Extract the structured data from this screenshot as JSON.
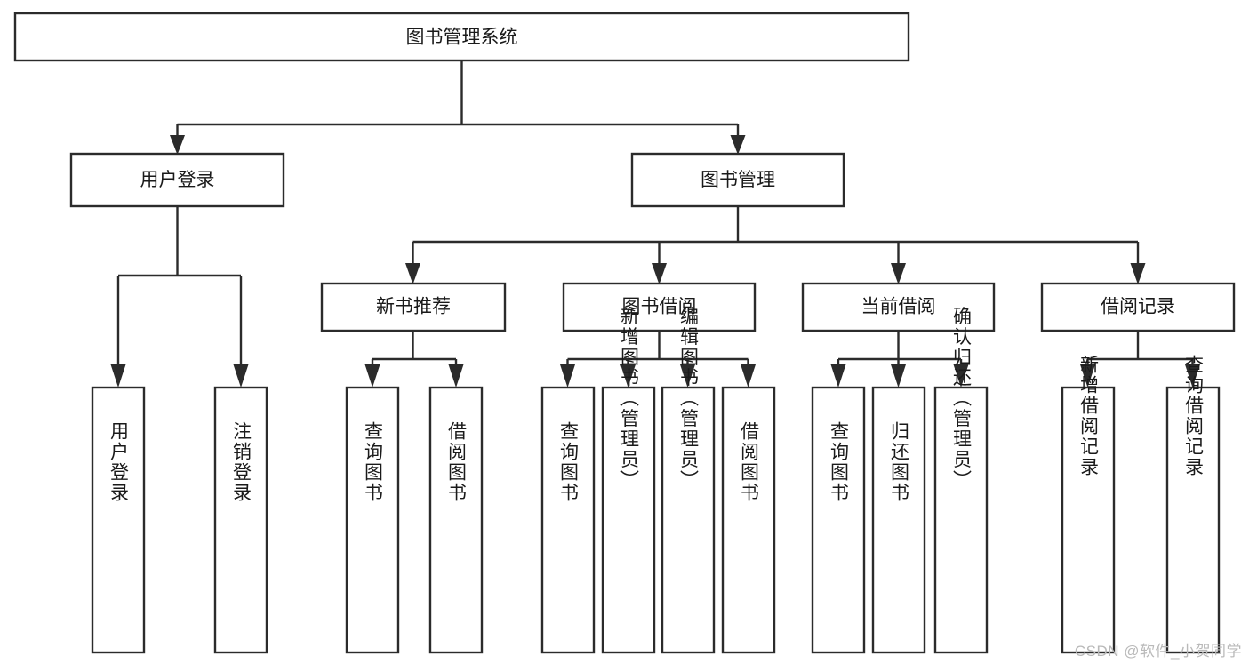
{
  "diagram": {
    "title": "图书管理系统",
    "type": "tree-hierarchy-diagram",
    "watermark": "CSDN @软件_小贺同学",
    "colors": {
      "stroke": "#2b2b2b",
      "fill": "#ffffff",
      "text": "#1a1a1a",
      "watermark": "#b9b9b9",
      "background": "#ffffff"
    },
    "nodes": {
      "root": {
        "label": "图书管理系统",
        "orientation": "horizontal"
      },
      "level2": [
        {
          "id": "user-login",
          "label": "用户登录",
          "orientation": "horizontal"
        },
        {
          "id": "book-management",
          "label": "图书管理",
          "orientation": "horizontal"
        }
      ],
      "level3": [
        {
          "id": "new-book-recommend",
          "label": "新书推荐",
          "orientation": "horizontal"
        },
        {
          "id": "book-borrow",
          "label": "图书借阅",
          "orientation": "horizontal"
        },
        {
          "id": "current-borrow",
          "label": "当前借阅",
          "orientation": "horizontal"
        },
        {
          "id": "borrow-record",
          "label": "借阅记录",
          "orientation": "horizontal"
        }
      ],
      "leaves": {
        "user-login": [
          {
            "id": "leaf-user-login",
            "label": "用户登录",
            "orientation": "vertical"
          },
          {
            "id": "leaf-logout",
            "label": "注销登录",
            "orientation": "vertical"
          }
        ],
        "new-book-recommend": [
          {
            "id": "leaf-query-books-1",
            "label": "查询图书",
            "orientation": "vertical"
          },
          {
            "id": "leaf-borrow-books-1",
            "label": "借阅图书",
            "orientation": "vertical"
          }
        ],
        "book-borrow": [
          {
            "id": "leaf-query-books-2",
            "label": "查询图书",
            "orientation": "vertical"
          },
          {
            "id": "leaf-add-book",
            "label": "新增图书（管理员）",
            "orientation": "vertical"
          },
          {
            "id": "leaf-edit-book",
            "label": "编辑图书（管理员）",
            "orientation": "vertical"
          },
          {
            "id": "leaf-borrow-books-2",
            "label": "借阅图书",
            "orientation": "vertical"
          }
        ],
        "current-borrow": [
          {
            "id": "leaf-query-books-3",
            "label": "查询图书",
            "orientation": "vertical"
          },
          {
            "id": "leaf-return-book",
            "label": "归还图书",
            "orientation": "vertical"
          },
          {
            "id": "leaf-confirm-return",
            "label": "确认归还（管理员）",
            "orientation": "vertical"
          }
        ],
        "borrow-record": [
          {
            "id": "leaf-add-record",
            "label": "新增借阅记录",
            "orientation": "vertical"
          },
          {
            "id": "leaf-query-record",
            "label": "查询借阅记录",
            "orientation": "vertical"
          }
        ]
      }
    }
  }
}
